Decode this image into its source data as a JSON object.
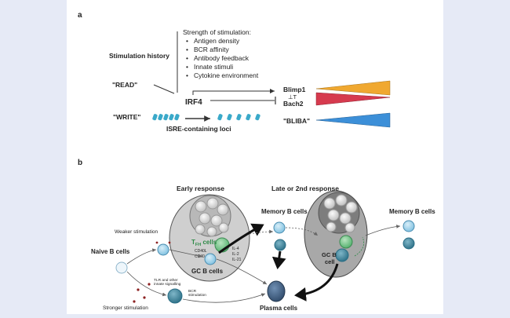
{
  "panel_a": {
    "letter": "a",
    "strength_header": "Strength of stimulation:",
    "strength_items": [
      "Antigen density",
      "BCR affinity",
      "Antibody feedback",
      "Innate stimuli",
      "Cytokine environment"
    ],
    "stimulation_history": "Stimulation history",
    "read_label": "\"READ\"",
    "write_label": "\"WRITE\"",
    "irf4": "IRF4",
    "isre_loci": "ISRE-containing loci",
    "blimp1": "Blimp1",
    "inhibit_symbol": "⊥T",
    "bach2": "Bach2",
    "bliba": "\"BLIBA\"",
    "colors": {
      "blimp1_wedge": "#f0a830",
      "bach2_wedge": "#d63a4e",
      "bliba_wedge": "#3c8fd8",
      "loci": "#3aa9c9"
    }
  },
  "panel_b": {
    "letter": "b",
    "early_response": "Early response",
    "late_response": "Late or 2nd response",
    "weaker_stimulation": "Weaker stimulation",
    "stronger_stimulation": "Stronger stimulation",
    "naive_b_cells": "Naive B cells",
    "tfh_prefix": "T",
    "tfh_sub": "FH",
    "tfh_suffix": " cells",
    "cd40l": "CD40L",
    "cd40": "CD40",
    "il4": "IL-4",
    "il2": "IL-2",
    "il21": "IL-21",
    "gc_b_cells": "GC B cells",
    "memory_b_cells_center": "Memory B cells",
    "memory_b_cells_right": "Memory B cells",
    "gc_b_cell_late_1": "GC B",
    "gc_b_cell_late_2": "cell",
    "tlr_line1": "TLR and other",
    "tlr_line2": "innate signalling",
    "bcr_line1": "BCR",
    "bcr_line2": "stimulation",
    "plasma_cells": "Plasma cells"
  }
}
